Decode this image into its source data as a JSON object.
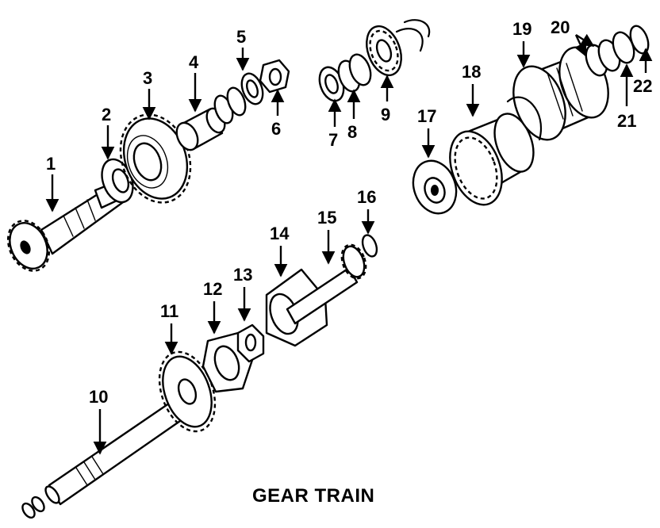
{
  "title": "GEAR TRAIN",
  "callouts": [
    "1",
    "2",
    "3",
    "4",
    "5",
    "6",
    "7",
    "8",
    "9",
    "10",
    "11",
    "12",
    "13",
    "14",
    "15",
    "16",
    "17",
    "18",
    "19",
    "20",
    "21",
    "22"
  ]
}
